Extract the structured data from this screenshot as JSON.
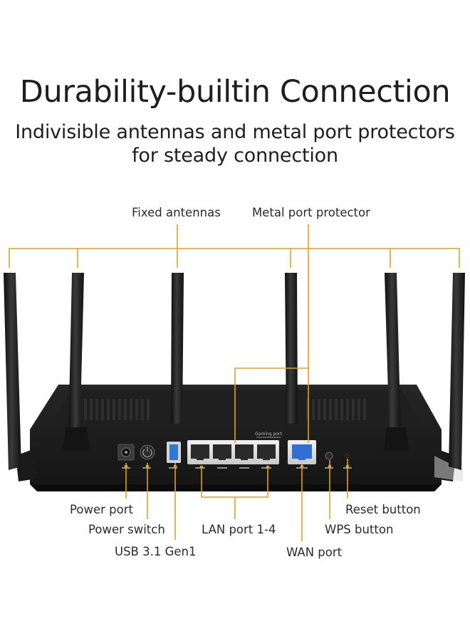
{
  "heading": {
    "title": "Durability-builtin Connection",
    "subtitle_line1": "Indivisible antennas and metal port protectors",
    "subtitle_line2": "for steady connection"
  },
  "callouts": {
    "fixed_antennas": "Fixed antennas",
    "metal_port_protector": "Metal port protector",
    "power_port": "Power port",
    "power_switch": "Power switch",
    "usb": "USB 3.1 Gen1",
    "lan_ports": "LAN port 1-4",
    "wan_port": "WAN port",
    "reset_button": "Reset button",
    "wps_button": "WPS button"
  },
  "device": {
    "gaming_port_label": "Gaming port"
  },
  "colors": {
    "callout_line": "#e2a123",
    "device_body": "#1b1b1b",
    "usb_port": "#2f78d6",
    "wan_port": "#2e6fd1"
  }
}
